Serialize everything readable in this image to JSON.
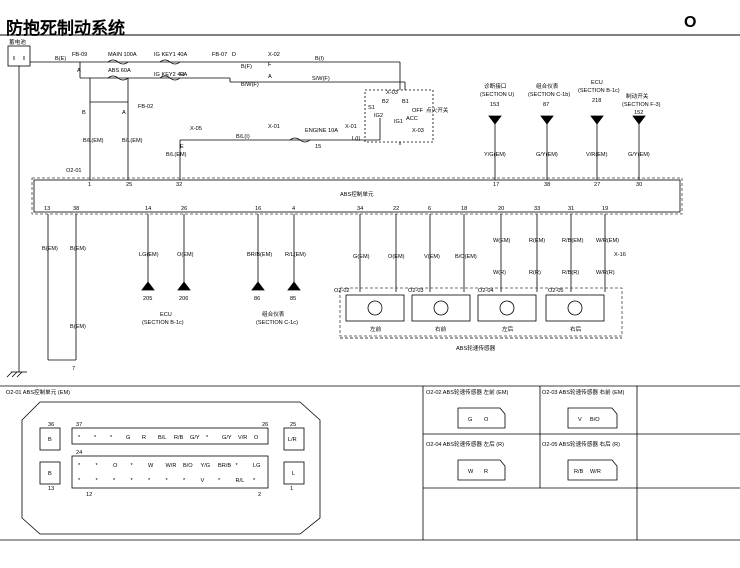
{
  "header": {
    "title": "防抱死制动系统",
    "page_mark": "O"
  },
  "power": {
    "battery_label": "蓄电池",
    "fb09": "FB-09",
    "main100": "MAIN 100A",
    "abs60": "ABS 60A",
    "igkey1": "IG KEY1  40A",
    "igkey2": "IG KEY2  40A",
    "fb07": "FB-07",
    "fb07_pin": "D",
    "fb02": "FB-02",
    "x02": "X-02",
    "x03a": "X-03",
    "x03b": "X-03",
    "x05": "X-05",
    "x01a": "X-01",
    "x01b": "X-01",
    "engine10": "ENGINE 10A",
    "engine_num": "15",
    "node_a1": "A",
    "node_a2": "A",
    "node_b": "B",
    "node_h": "H",
    "node_e": "E",
    "w_be": "B(E)",
    "w_bf": "B(F)",
    "w_b": "B(I)",
    "w_bwf": "B/W(F)",
    "w_swf": "S/W(F)",
    "w_bli": "B/L(I)",
    "w_li": "L(I)",
    "sw_b2": "B2",
    "sw_b1": "B1",
    "sw_s1": "S1",
    "sw_ig2": "IG2",
    "sw_ig1": "IG1",
    "sw_off": "OFF",
    "sw_acc": "ACC",
    "ign_label": "点火开关",
    "f_label": "F",
    "a_label": "A"
  },
  "wire_labels_top": {
    "w1": "B/L(EM)",
    "w25": "B/L(EM)",
    "w32": "B/L(EM)",
    "w17": "Y/G(EM)",
    "w38": "G/Y(EM)",
    "w27": "V/R(EM)",
    "w30": "G/Y(EM)"
  },
  "top_refs": [
    {
      "name": "诊断接口",
      "sec": "(SECTION U)",
      "num": "153"
    },
    {
      "name": "组合仪表",
      "sec": "(SECTION C-1b)",
      "num": "87"
    },
    {
      "name": "ECU",
      "sec": "(SECTION B-1c)",
      "num": "218"
    },
    {
      "name": "制动开关",
      "sec": "(SECTION F-3)",
      "num": "152"
    }
  ],
  "module": {
    "label": "ABS控制单元",
    "conn": "O2-01",
    "top_pins": [
      "1",
      "25",
      "32",
      "17",
      "38",
      "27",
      "30"
    ],
    "bottom_pins": [
      "13",
      "38",
      "14",
      "26",
      "16",
      "4",
      "34",
      "22",
      "6",
      "18",
      "20",
      "33",
      "31",
      "19"
    ]
  },
  "bottom_wires": {
    "w13": "B(EM)",
    "w38a": "B(EM)",
    "w38b": "B(EM)",
    "w14": "LG(EM)",
    "w26": "O(EM)",
    "w16": "BR/B(EM)",
    "w4": "R/L(EM)",
    "w34": "G(EM)",
    "w22": "O(EM)",
    "w6": "V(EM)",
    "w18": "B/O(EM)",
    "w20": "W(EM)",
    "w33": "R(EM)",
    "w31": "R/B(EM)",
    "w19": "W/R(EM)",
    "wr1": "W(R)",
    "wr2": "R(R)",
    "wr3": "R/B(R)",
    "wr4": "W/R(R)",
    "x16": "X-16",
    "gnd_node": "7"
  },
  "bottom_refs": [
    {
      "num": "205"
    },
    {
      "num": "206"
    },
    {
      "num": "86"
    },
    {
      "num": "85"
    }
  ],
  "ecu_ref": {
    "name": "ECU",
    "sec": "(SECTION B-1c)"
  },
  "cluster_ref": {
    "name": "组合仪表",
    "sec": "(SECTION C-1c)"
  },
  "sensors": {
    "items": [
      {
        "conn": "O2-02",
        "name": "左前"
      },
      {
        "conn": "O2-03",
        "name": "右前"
      },
      {
        "conn": "O2-04",
        "name": "左后"
      },
      {
        "conn": "O2-05",
        "name": "右后"
      }
    ],
    "group_label": "ABS轮速传感器"
  },
  "connector_main": {
    "title": "O2-01   ABS控制单元 (EM)",
    "pin_36": "36",
    "pin_13": "13",
    "pin_37": "37",
    "pin_26": "26",
    "pin_25": "25",
    "pin_24": "24",
    "pin_12": "12",
    "pin_2": "2",
    "pin_1": "1",
    "big_b1": "B",
    "big_b2": "B",
    "big_lr": "L/R",
    "big_l": "L",
    "row1": [
      "*",
      "*",
      "*",
      "G",
      "R",
      "B/L",
      "R/B",
      "G/Y",
      "*",
      "G/Y",
      "V/R",
      "O"
    ],
    "row2": [
      "*",
      "*",
      "O",
      "*",
      "W",
      "W/R",
      "B/O",
      "Y/G",
      "BR/B",
      "*",
      "LG"
    ],
    "row3": [
      "*",
      "*",
      "*",
      "*",
      "*",
      "*",
      "*",
      "V",
      "*",
      "R/L",
      "*"
    ]
  },
  "connector_small": [
    {
      "title": "O2-02  ABS轮速传感器 左前 (EM)",
      "pins": [
        "G",
        "O"
      ]
    },
    {
      "title": "O2-03  ABS轮速传感器 右前 (EM)",
      "pins": [
        "V",
        "B/O"
      ]
    },
    {
      "title": "O2-04  ABS轮速传感器 左后 (R)",
      "pins": [
        "W",
        "R"
      ]
    },
    {
      "title": "O2-05  ABS轮速传感器 右后 (R)",
      "pins": [
        "R/B",
        "W/R"
      ]
    }
  ],
  "colors": {
    "line": "#000000",
    "dash": "#555555"
  }
}
